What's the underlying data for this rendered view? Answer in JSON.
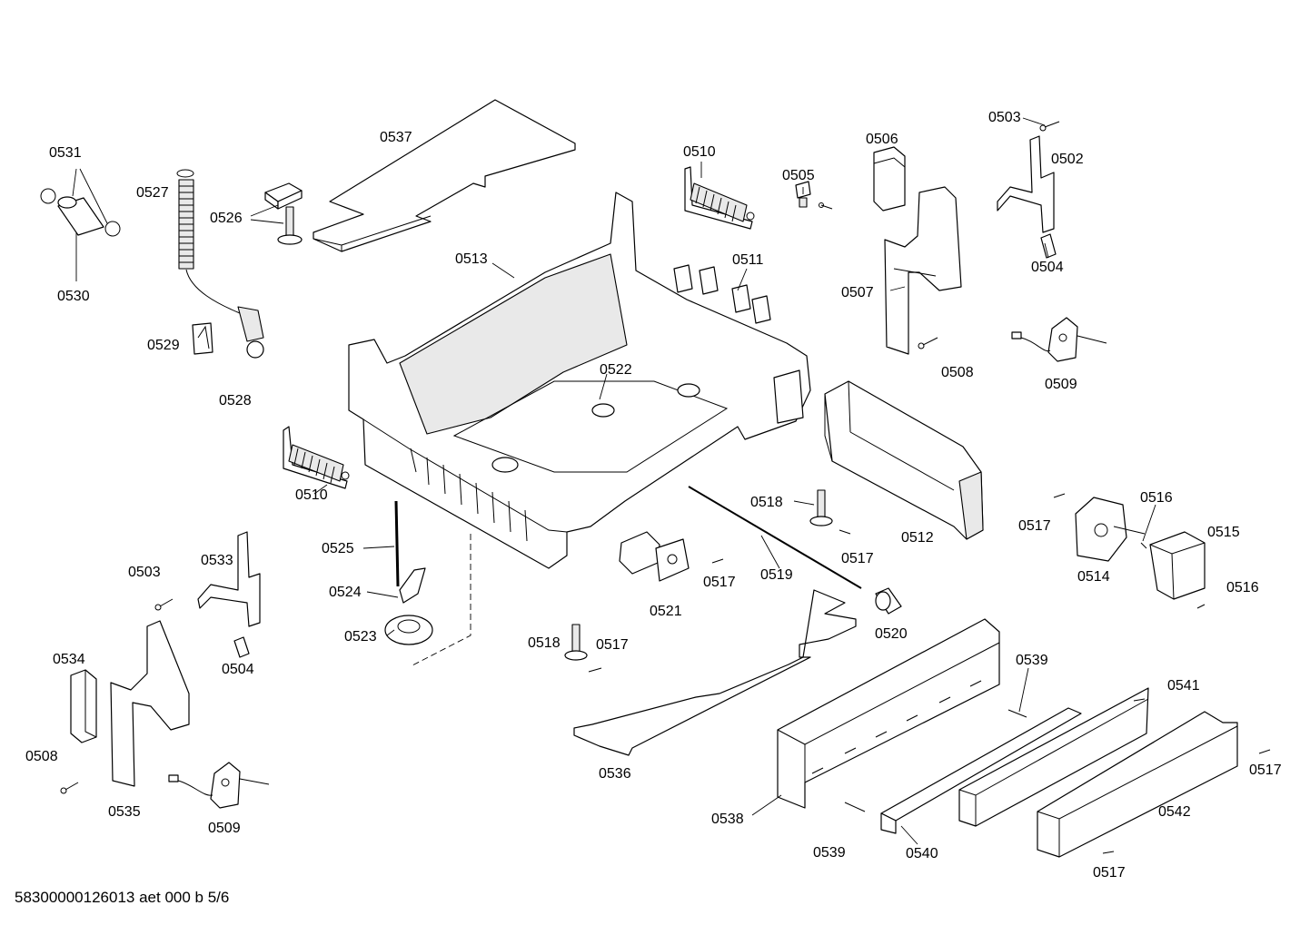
{
  "footer": {
    "document_code": "58300000126013 aet 000 b 5/6"
  },
  "labels": {
    "p0502": "0502",
    "p0503a": "0503",
    "p0503b": "0503",
    "p0504a": "0504",
    "p0504b": "0504",
    "p0505": "0505",
    "p0506": "0506",
    "p0507": "0507",
    "p0508a": "0508",
    "p0508b": "0508",
    "p0509a": "0509",
    "p0509b": "0509",
    "p0510a": "0510",
    "p0510b": "0510",
    "p0511": "0511",
    "p0512": "0512",
    "p0513": "0513",
    "p0514": "0514",
    "p0515": "0515",
    "p0516a": "0516",
    "p0516b": "0516",
    "p0517a": "0517",
    "p0517b": "0517",
    "p0517c": "0517",
    "p0517d": "0517",
    "p0517e": "0517",
    "p0517f": "0517",
    "p0518a": "0518",
    "p0518b": "0518",
    "p0519": "0519",
    "p0520": "0520",
    "p0521": "0521",
    "p0522": "0522",
    "p0523": "0523",
    "p0524": "0524",
    "p0525": "0525",
    "p0526": "0526",
    "p0527": "0527",
    "p0528": "0528",
    "p0529": "0529",
    "p0530": "0530",
    "p0531": "0531",
    "p0533": "0533",
    "p0534": "0534",
    "p0535": "0535",
    "p0536": "0536",
    "p0537": "0537",
    "p0538": "0538",
    "p0539a": "0539",
    "p0539b": "0539",
    "p0540": "0540",
    "p0541": "0541",
    "p0542": "0542"
  }
}
